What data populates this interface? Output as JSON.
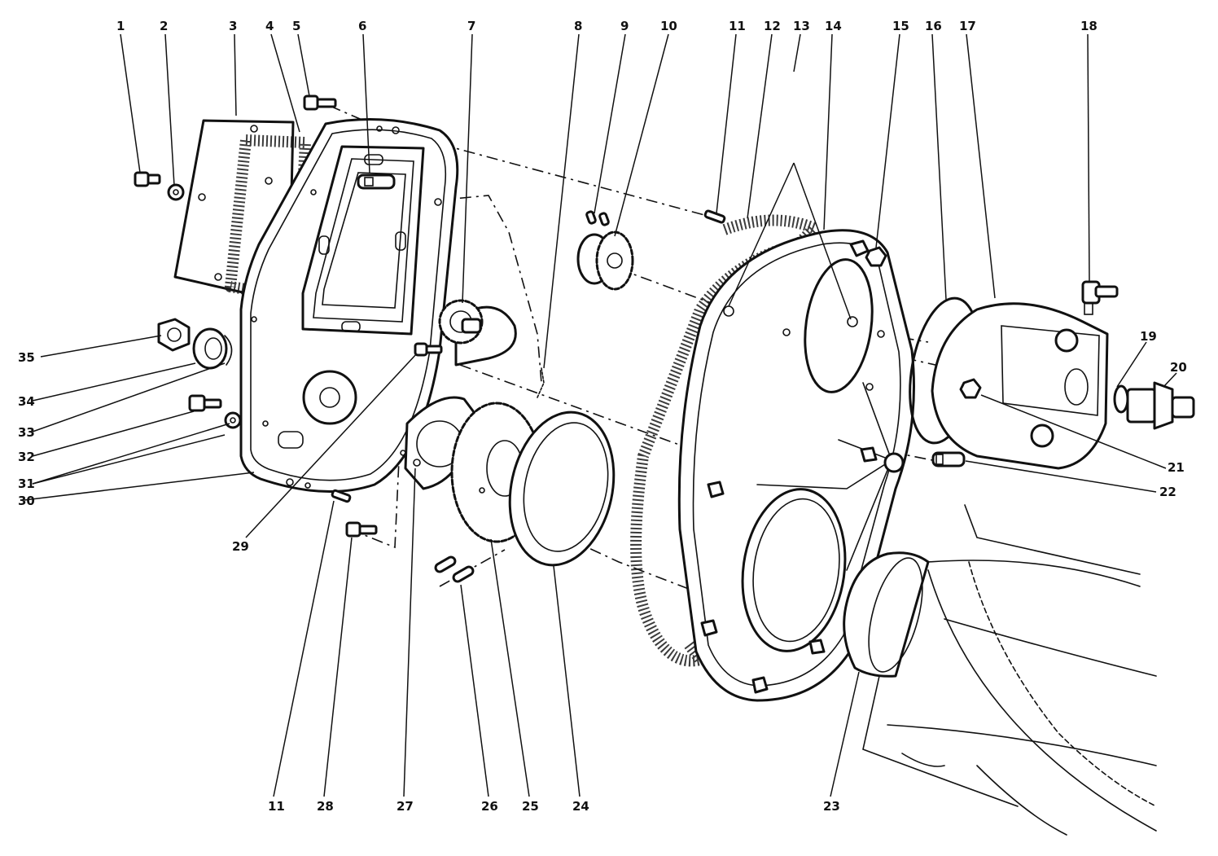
{
  "diagram": {
    "colors": {
      "ink": "#111111",
      "paper": "#ffffff"
    },
    "callouts": [
      {
        "id": "c1",
        "label": "1"
      },
      {
        "id": "c2",
        "label": "2"
      },
      {
        "id": "c3",
        "label": "3"
      },
      {
        "id": "c4",
        "label": "4"
      },
      {
        "id": "c5",
        "label": "5"
      },
      {
        "id": "c6",
        "label": "6"
      },
      {
        "id": "c7",
        "label": "7"
      },
      {
        "id": "c8",
        "label": "8"
      },
      {
        "id": "c9",
        "label": "9"
      },
      {
        "id": "c10",
        "label": "10"
      },
      {
        "id": "c11a",
        "label": "11"
      },
      {
        "id": "c12",
        "label": "12"
      },
      {
        "id": "c13",
        "label": "13"
      },
      {
        "id": "c14",
        "label": "14"
      },
      {
        "id": "c15",
        "label": "15"
      },
      {
        "id": "c16",
        "label": "16"
      },
      {
        "id": "c17",
        "label": "17"
      },
      {
        "id": "c18",
        "label": "18"
      },
      {
        "id": "c19",
        "label": "19"
      },
      {
        "id": "c20",
        "label": "20"
      },
      {
        "id": "c21",
        "label": "21"
      },
      {
        "id": "c22",
        "label": "22"
      },
      {
        "id": "c23",
        "label": "23"
      },
      {
        "id": "c24",
        "label": "24"
      },
      {
        "id": "c25",
        "label": "25"
      },
      {
        "id": "c26",
        "label": "26"
      },
      {
        "id": "c27",
        "label": "27"
      },
      {
        "id": "c28",
        "label": "28"
      },
      {
        "id": "c11b",
        "label": "11"
      },
      {
        "id": "c29",
        "label": "29"
      },
      {
        "id": "c30",
        "label": "30"
      },
      {
        "id": "c31",
        "label": "31"
      },
      {
        "id": "c32",
        "label": "32"
      },
      {
        "id": "c33",
        "label": "33"
      },
      {
        "id": "c34",
        "label": "34"
      },
      {
        "id": "c35",
        "label": "35"
      }
    ]
  }
}
